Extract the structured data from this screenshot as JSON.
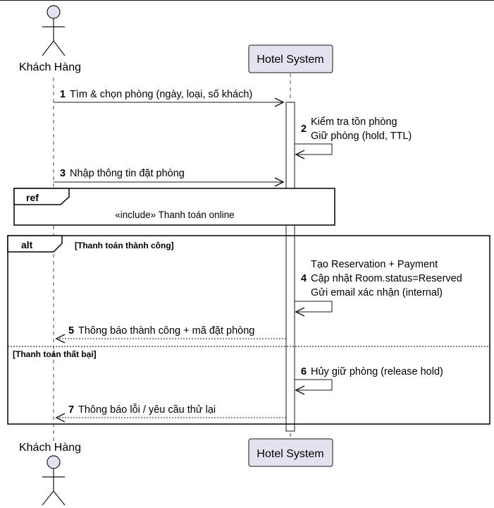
{
  "participants": {
    "customer": "Khách Hàng",
    "system": "Hotel System"
  },
  "messages": [
    {
      "num": "1",
      "label": "Tìm & chọn phòng (ngày, loại, số khách)"
    },
    {
      "num": "2",
      "lines": [
        "Kiểm tra tồn phòng",
        "Giữ phòng (hold, TTL)"
      ]
    },
    {
      "num": "3",
      "label": "Nhập thông tin đặt phòng"
    },
    {
      "num": "4",
      "lines": [
        "Tạo Reservation + Payment",
        "Cập nhật Room.status=Reserved",
        "Gửi email xác nhận (internal)"
      ]
    },
    {
      "num": "5",
      "label": "Thông báo thành công + mã đặt phòng"
    },
    {
      "num": "6",
      "label": "Hủy giữ phòng (release hold)"
    },
    {
      "num": "7",
      "label": "Thông báo lỗi / yêu cầu thử lại"
    }
  ],
  "ref": {
    "tag": "ref",
    "text": "«include» Thanh toán online"
  },
  "alt": {
    "tag": "alt",
    "guard1": "[Thanh toán thành công]",
    "guard2": "[Thanh toán thất bại]"
  },
  "colors": {
    "participant_fill": "#e2e2f0",
    "participant_stroke": "#181818",
    "line": "#181818"
  }
}
